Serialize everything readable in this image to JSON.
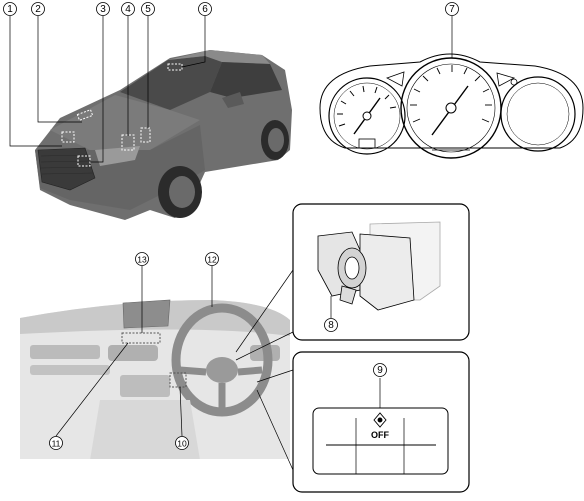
{
  "callouts": [
    "1",
    "2",
    "3",
    "4",
    "5",
    "6",
    "7",
    "8",
    "9",
    "10",
    "11",
    "12",
    "13"
  ],
  "switch_label": "OFF",
  "colors": {
    "line": "#000000",
    "car_body": "#6e6e6e",
    "dashboard": "#d2d2d2",
    "panel_border": "#000000"
  },
  "icons": {
    "switch_symbol": "traffic-sign-recognition-icon"
  }
}
